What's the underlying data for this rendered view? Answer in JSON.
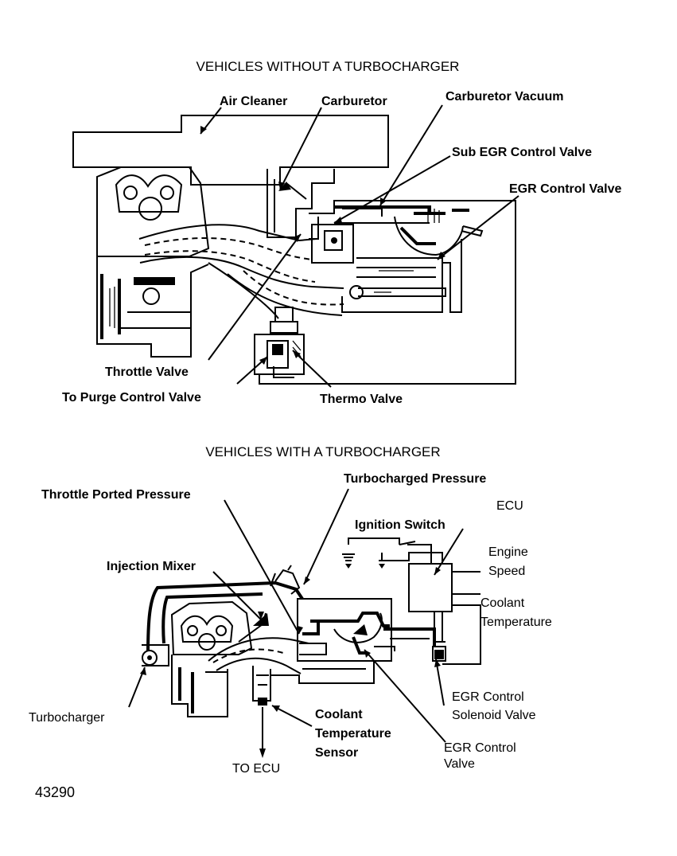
{
  "top_section": {
    "title": "VEHICLES WITHOUT A TURBOCHARGER",
    "labels": {
      "air_cleaner": "Air Cleaner",
      "carburetor": "Carburetor",
      "carburetor_vacuum": "Carburetor Vacuum",
      "sub_egr_control_valve": "Sub EGR Control Valve",
      "egr_control_valve": "EGR Control Valve",
      "throttle_valve": "Throttle Valve",
      "to_purge_control_valve": "To Purge Control Valve",
      "thermo_valve": "Thermo Valve"
    }
  },
  "bottom_section": {
    "title": "VEHICLES WITH A TURBOCHARGER",
    "labels": {
      "turbocharged_pressure": "Turbocharged Pressure",
      "throttle_ported_pressure": "Throttle Ported Pressure",
      "ecu": "ECU",
      "ignition_switch": "Ignition Switch",
      "engine_speed_1": "Engine",
      "engine_speed_2": "Speed",
      "injection_mixer": "Injection Mixer",
      "coolant_temperature_1": "Coolant",
      "coolant_temperature_2": "Temperature",
      "turbocharger": "Turbocharger",
      "coolant_temp_sensor_1": "Coolant",
      "coolant_temp_sensor_2": "Temperature",
      "coolant_temp_sensor_3": "Sensor",
      "egr_solenoid_1": "EGR Control",
      "egr_solenoid_2": "Solenoid Valve",
      "egr_control_valve_1": "EGR Control",
      "egr_control_valve_2": "Valve",
      "to_ecu": "TO ECU"
    }
  },
  "figure_number": "43290"
}
